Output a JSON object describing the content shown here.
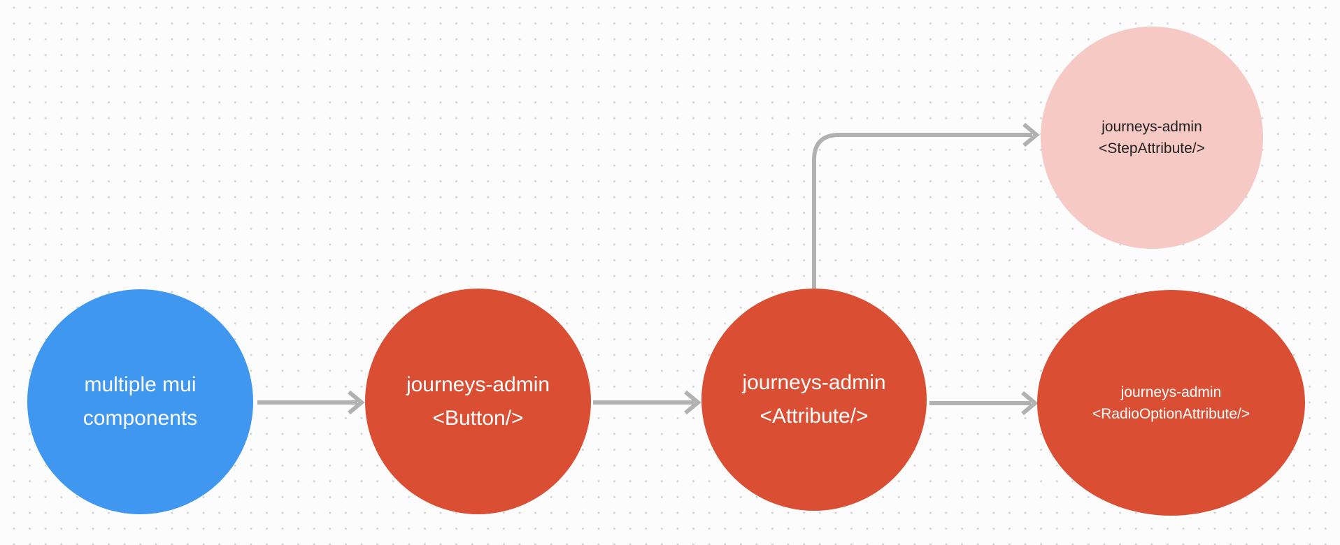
{
  "diagram": {
    "background_color": "#fcfcfc",
    "dot_color": "#d4d4d4",
    "edge_color": "#b1b1b1"
  },
  "nodes": [
    {
      "id": "multiple-mui-components",
      "line1": "multiple mui",
      "line2": "components",
      "fill": "#3f97f0",
      "text_color": "#ffffff",
      "shape": "circle"
    },
    {
      "id": "journeys-admin-button",
      "line1": "journeys-admin",
      "line2": "<Button/>",
      "fill": "#da4e33",
      "text_color": "#ffffff",
      "shape": "circle"
    },
    {
      "id": "journeys-admin-attribute",
      "line1": "journeys-admin",
      "line2": "<Attribute/>",
      "fill": "#da4e33",
      "text_color": "#ffffff",
      "shape": "circle"
    },
    {
      "id": "journeys-admin-step-attribute",
      "line1": "journeys-admin",
      "line2": "<StepAttribute/>",
      "fill": "#f6c9c5",
      "text_color": "#222222",
      "shape": "circle"
    },
    {
      "id": "journeys-admin-radio-option-attribute",
      "line1": "journeys-admin",
      "line2": "<RadioOptionAttribute/>",
      "fill": "#da4e33",
      "text_color": "#ffffff",
      "shape": "ellipse"
    }
  ],
  "edges": [
    {
      "from": "multiple-mui-components",
      "to": "journeys-admin-button"
    },
    {
      "from": "journeys-admin-button",
      "to": "journeys-admin-attribute"
    },
    {
      "from": "journeys-admin-attribute",
      "to": "journeys-admin-step-attribute"
    },
    {
      "from": "journeys-admin-attribute",
      "to": "journeys-admin-radio-option-attribute"
    }
  ]
}
